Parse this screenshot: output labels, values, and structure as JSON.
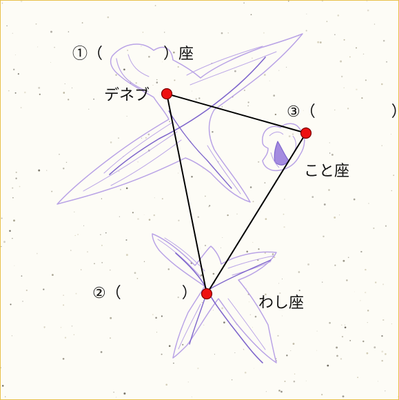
{
  "labels": {
    "q1": "①（　　　　）座",
    "deneb": "デネブ",
    "q3": "③（　　　　　）",
    "lyra": "こと座",
    "q2": "②（　　　　）",
    "aquila": "わし座"
  },
  "colors": {
    "border": "#e8c04a",
    "background": "#fdfcf6",
    "figure_outline": "#b9a3e6",
    "figure_inner": "#7f66cc",
    "star_fill": "#ee1111",
    "star_stroke": "#7a0000",
    "triangle": "#000000"
  },
  "icons": [
    "swan-constellation-figure",
    "lyre-constellation-figure",
    "eagle-constellation-figure"
  ]
}
